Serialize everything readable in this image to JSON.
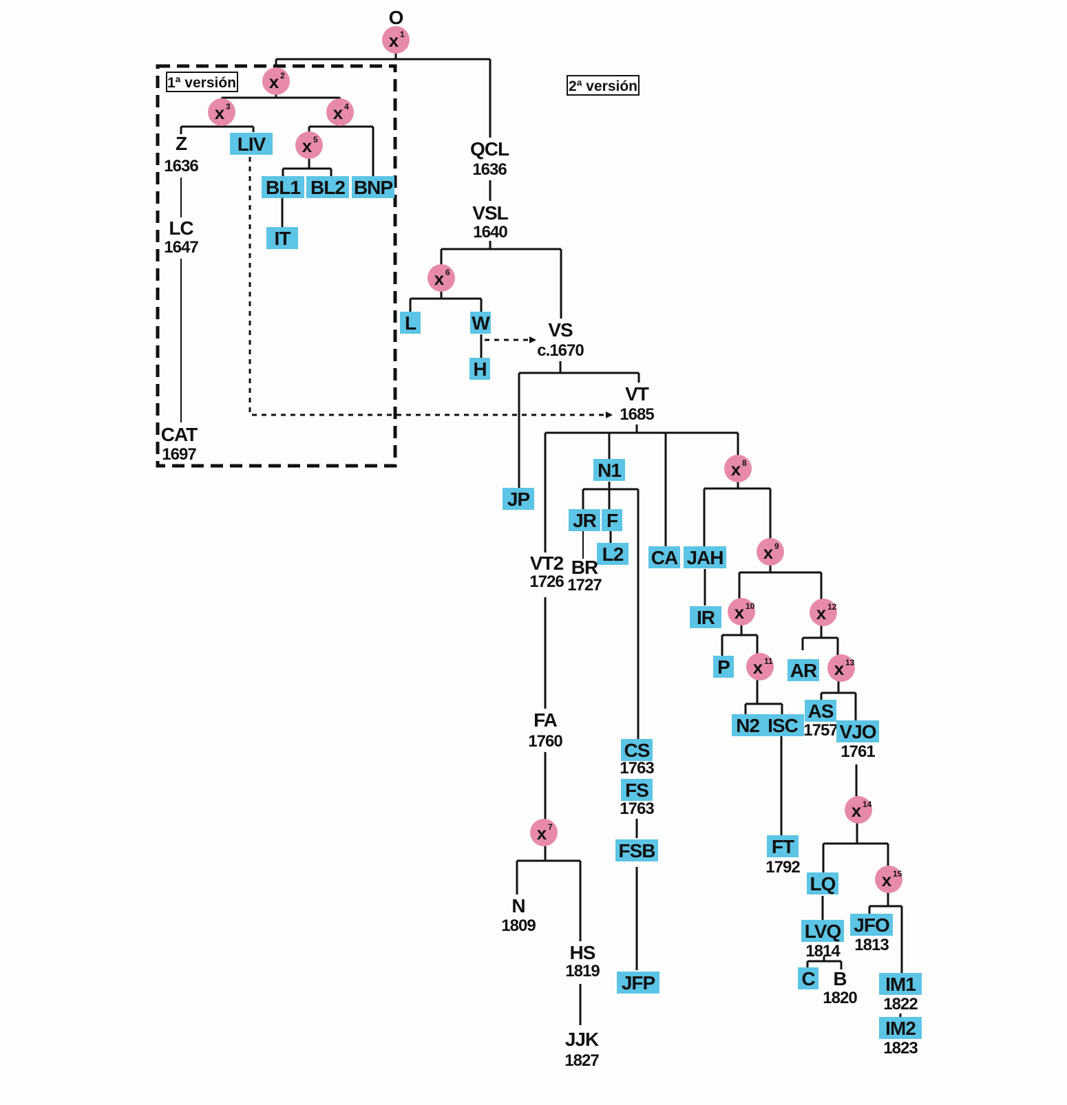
{
  "colors": {
    "witness_box": "#5cc4e4",
    "hypothetical": "#e78aaa",
    "line": "#111111"
  },
  "version_labels": {
    "first": "1ª versión",
    "second": "2ª versión"
  },
  "nodes": [
    {
      "id": "O",
      "label": "O",
      "type": "plain"
    },
    {
      "id": "x1",
      "label": "x",
      "sup": "1",
      "type": "hypothetical"
    },
    {
      "id": "x2",
      "label": "x",
      "sup": "2",
      "type": "hypothetical"
    },
    {
      "id": "x3",
      "label": "x",
      "sup": "3",
      "type": "hypothetical"
    },
    {
      "id": "x4",
      "label": "x",
      "sup": "4",
      "type": "hypothetical"
    },
    {
      "id": "x5",
      "label": "x",
      "sup": "5",
      "type": "hypothetical"
    },
    {
      "id": "Z",
      "label": "Z",
      "year": "1636",
      "type": "plain"
    },
    {
      "id": "LIV",
      "label": "LIV",
      "type": "box"
    },
    {
      "id": "BL1",
      "label": "BL1",
      "type": "box"
    },
    {
      "id": "BL2",
      "label": "BL2",
      "type": "box"
    },
    {
      "id": "BNP",
      "label": "BNP",
      "type": "box"
    },
    {
      "id": "IT",
      "label": "IT",
      "type": "box"
    },
    {
      "id": "LC",
      "label": "LC",
      "year": "1647",
      "type": "plain"
    },
    {
      "id": "CAT",
      "label": "CAT",
      "year": "1697",
      "type": "plain"
    },
    {
      "id": "QCL",
      "label": "QCL",
      "year": "1636",
      "type": "plain"
    },
    {
      "id": "VSL",
      "label": "VSL",
      "year": "1640",
      "type": "plain"
    },
    {
      "id": "x6",
      "label": "x",
      "sup": "6",
      "type": "hypothetical"
    },
    {
      "id": "L",
      "label": "L",
      "type": "box"
    },
    {
      "id": "W",
      "label": "W",
      "type": "box"
    },
    {
      "id": "H",
      "label": "H",
      "type": "box"
    },
    {
      "id": "VS",
      "label": "VS",
      "year": "c.1670",
      "type": "plain"
    },
    {
      "id": "VT",
      "label": "VT",
      "year": "1685",
      "type": "plain"
    },
    {
      "id": "JP",
      "label": "JP",
      "type": "box"
    },
    {
      "id": "N1",
      "label": "N1",
      "type": "box"
    },
    {
      "id": "x8",
      "label": "x",
      "sup": "8",
      "type": "hypothetical"
    },
    {
      "id": "JR",
      "label": "JR",
      "type": "box"
    },
    {
      "id": "F",
      "label": "F",
      "type": "box"
    },
    {
      "id": "L2",
      "label": "L2",
      "type": "box"
    },
    {
      "id": "VT2",
      "label": "VT2",
      "year": "1726",
      "type": "plain"
    },
    {
      "id": "BR",
      "label": "BR",
      "year": "1727",
      "type": "plain"
    },
    {
      "id": "CA",
      "label": "CA",
      "type": "box"
    },
    {
      "id": "JAH",
      "label": "JAH",
      "type": "box"
    },
    {
      "id": "x9",
      "label": "x",
      "sup": "9",
      "type": "hypothetical"
    },
    {
      "id": "IR",
      "label": "IR",
      "type": "box"
    },
    {
      "id": "x10",
      "label": "x",
      "sup": "10",
      "type": "hypothetical"
    },
    {
      "id": "x12",
      "label": "x",
      "sup": "12",
      "type": "hypothetical"
    },
    {
      "id": "P",
      "label": "P",
      "type": "box"
    },
    {
      "id": "x11",
      "label": "x",
      "sup": "11",
      "type": "hypothetical"
    },
    {
      "id": "AR",
      "label": "AR",
      "type": "box"
    },
    {
      "id": "x13",
      "label": "x",
      "sup": "13",
      "type": "hypothetical"
    },
    {
      "id": "N2",
      "label": "N2",
      "type": "box"
    },
    {
      "id": "ISC",
      "label": "ISC",
      "type": "box"
    },
    {
      "id": "AS",
      "label": "AS",
      "year": "1757",
      "type": "box"
    },
    {
      "id": "VJO",
      "label": "VJO",
      "year": "1761",
      "type": "box"
    },
    {
      "id": "FA",
      "label": "FA",
      "year": "1760",
      "type": "plain"
    },
    {
      "id": "CS",
      "label": "CS",
      "year": "1763",
      "type": "box"
    },
    {
      "id": "FS",
      "label": "FS",
      "year": "1763",
      "type": "box"
    },
    {
      "id": "FSB",
      "label": "FSB",
      "type": "box"
    },
    {
      "id": "FT",
      "label": "FT",
      "year": "1792",
      "type": "box"
    },
    {
      "id": "x14",
      "label": "x",
      "sup": "14",
      "type": "hypothetical"
    },
    {
      "id": "x7",
      "label": "x",
      "sup": "7",
      "type": "hypothetical"
    },
    {
      "id": "N",
      "label": "N",
      "year": "1809",
      "type": "plain"
    },
    {
      "id": "HS",
      "label": "HS",
      "year": "1819",
      "type": "plain"
    },
    {
      "id": "JJK",
      "label": "JJK",
      "year": "1827",
      "type": "plain"
    },
    {
      "id": "JFP",
      "label": "JFP",
      "type": "box"
    },
    {
      "id": "LQ",
      "label": "LQ",
      "type": "box"
    },
    {
      "id": "x15",
      "label": "x",
      "sup": "15",
      "type": "hypothetical"
    },
    {
      "id": "JFO",
      "label": "JFO",
      "year": "1813",
      "type": "box"
    },
    {
      "id": "LVQ",
      "label": "LVQ",
      "year": "1814",
      "type": "box"
    },
    {
      "id": "C",
      "label": "C",
      "type": "box"
    },
    {
      "id": "B",
      "label": "B",
      "year": "1820",
      "type": "plain"
    },
    {
      "id": "IM1",
      "label": "IM1",
      "year": "1822",
      "type": "box"
    },
    {
      "id": "IM2",
      "label": "IM2",
      "year": "1823",
      "type": "box"
    }
  ]
}
